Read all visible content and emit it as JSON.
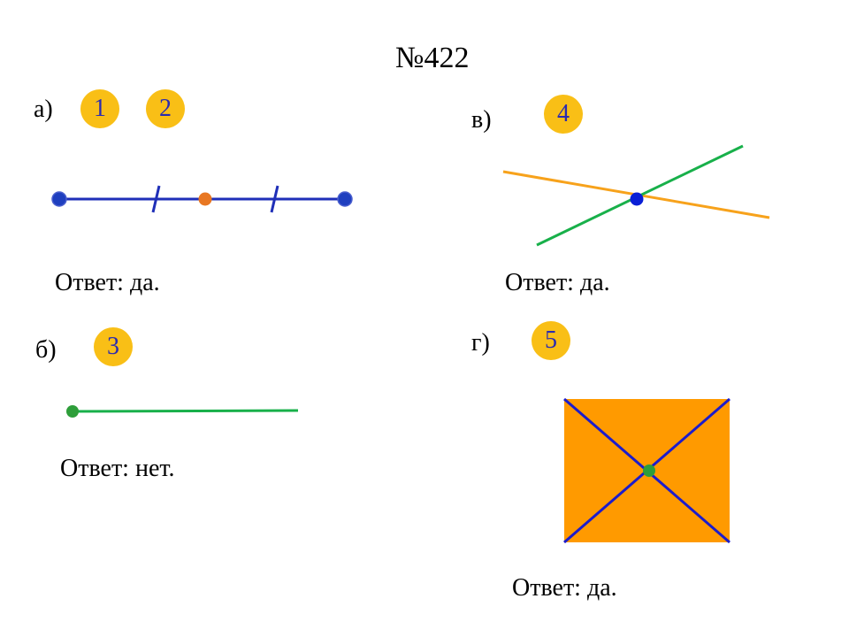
{
  "title": "№422",
  "parts": {
    "a": {
      "label": "а)",
      "badges": [
        "1",
        "2"
      ],
      "answer": "Ответ: да."
    },
    "b": {
      "label": "б)",
      "badges": [
        "3"
      ],
      "answer": "Ответ: нет."
    },
    "v": {
      "label": "в)",
      "badges": [
        "4"
      ],
      "answer": "Ответ: да."
    },
    "g": {
      "label": "г)",
      "badges": [
        "5"
      ],
      "answer": "Ответ: да."
    }
  },
  "colors": {
    "badge_fill": "#f9bf16",
    "badge_text": "#2b2bb0",
    "segment_blue": "#1f2fb8",
    "point_blue": "#1f3fbf",
    "point_orange": "#e87722",
    "line_green": "#18b04a",
    "point_green": "#2e9e3a",
    "line_orange": "#f7a21b",
    "square_fill": "#ff9a00",
    "diagonal_blue": "#1c1ccc"
  }
}
